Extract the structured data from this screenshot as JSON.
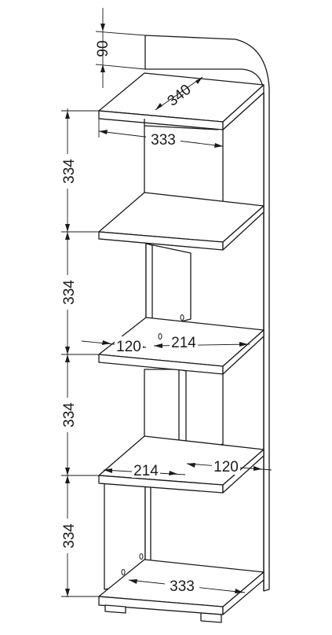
{
  "dimensions": {
    "top_height": "90",
    "depth": "340",
    "top_width": "333",
    "h1": "334",
    "h2": "334",
    "h3": "334",
    "h4": "334",
    "shelf2_left": "120",
    "shelf2_right": "214",
    "shelf3_left": "214",
    "shelf3_right": "120",
    "bottom_width": "333"
  },
  "colors": {
    "line": "#1a1a1a",
    "background": "#ffffff"
  }
}
